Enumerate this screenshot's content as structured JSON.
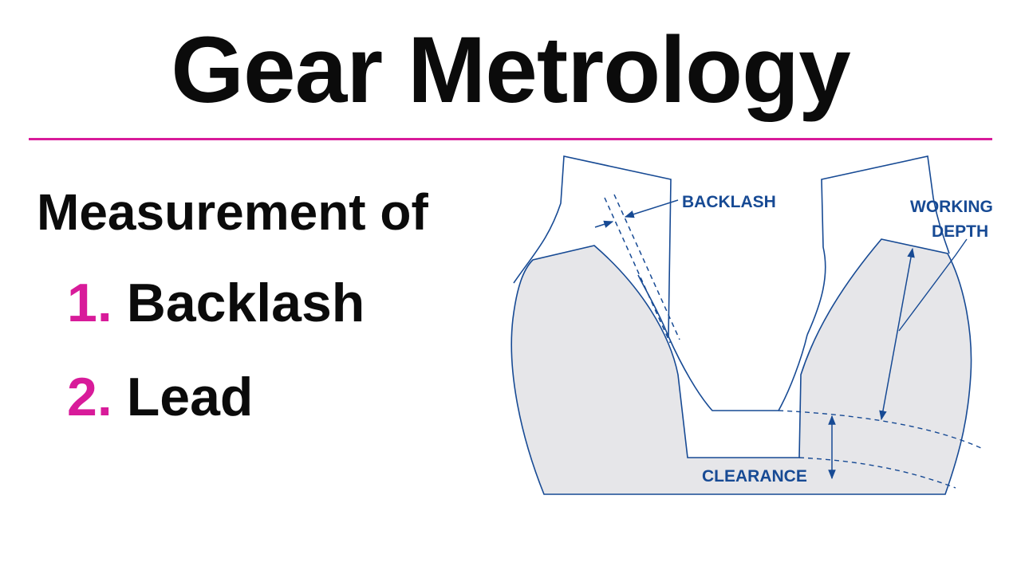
{
  "title": "Gear Metrology",
  "heading": "Measurement of",
  "items": [
    {
      "number": "1.",
      "text": "Backlash"
    },
    {
      "number": "2.",
      "text": "Lead"
    }
  ],
  "diagram": {
    "labels": {
      "backlash": "BACKLASH",
      "working_depth_line1": "WORKING",
      "working_depth_line2": "DEPTH",
      "clearance": "CLEARANCE"
    }
  },
  "colors": {
    "accent": "#d81b9a",
    "diagram_line": "#174a94",
    "tooth_fill": "#e6e6e9",
    "text": "#0b0b0b"
  }
}
